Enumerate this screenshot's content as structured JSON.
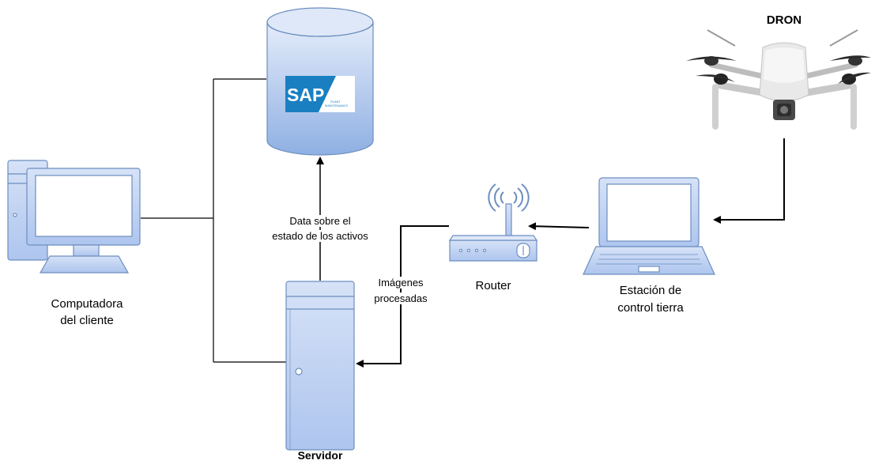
{
  "nodes": {
    "client_computer": {
      "label_line1": "Computadora",
      "label_line2": "del cliente"
    },
    "database": {
      "logo_text": "SAP",
      "logo_subtext_line1": "PLANT",
      "logo_subtext_line2": "MAINTENANCE"
    },
    "server": {
      "label": "Servidor"
    },
    "router": {
      "label": "Router"
    },
    "ground_station": {
      "label_line1": "Estación de",
      "label_line2": "control tierra"
    },
    "drone": {
      "label": "DRON"
    }
  },
  "edges": {
    "server_to_db": {
      "label_line1": "Data sobre el",
      "label_line2": "estado de los activos"
    },
    "router_to_server": {
      "label_line1": "Imágenes",
      "label_line2": "procesadas"
    }
  },
  "colors": {
    "device_fill": "#c9d8f5",
    "device_stroke": "#6c8ebf",
    "screen_fill": "#ffffff",
    "sap_blue": "#1a7fc1",
    "line": "#000000"
  }
}
